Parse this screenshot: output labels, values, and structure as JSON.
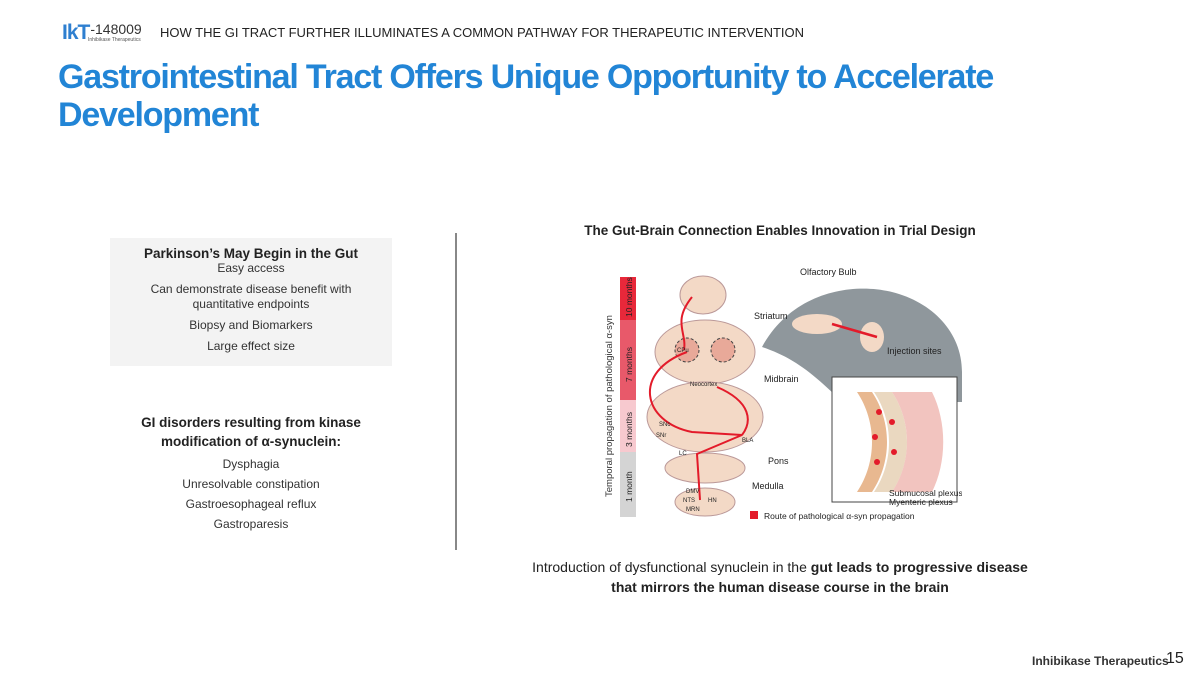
{
  "header": {
    "logo_main": "IkT",
    "logo_number": "-148009",
    "logo_sub": "Inhibikase Therapeutics",
    "kicker": "HOW THE GI TRACT FURTHER ILLUMINATES A COMMON PATHWAY FOR THERAPEUTIC INTERVENTION"
  },
  "title": "Gastrointestinal Tract Offers Unique Opportunity to Accelerate Development",
  "box1": {
    "heading": "Parkinson’s May Begin in the Gut",
    "items": [
      "Easy access",
      "Can demonstrate disease benefit with quantitative endpoints",
      "Biopsy and Biomarkers",
      "Large effect size"
    ]
  },
  "box2": {
    "heading": "GI disorders resulting from kinase modification of α-synuclein:",
    "items": [
      "Dysphagia",
      "Unresolvable constipation",
      "Gastroesophageal reflux",
      "Gastroparesis"
    ]
  },
  "figure": {
    "title": "The Gut-Brain Connection Enables Innovation in Trial Design",
    "axis_label": "Temporal propagation of pathological α-syn",
    "timeline": [
      "10 months",
      "7 months",
      "3 months",
      "1 month"
    ],
    "regions": [
      "Olfactory Bulb",
      "Striatum",
      "Midbrain",
      "Pons",
      "Medulla"
    ],
    "small_labels": [
      "CPu",
      "Neocortex",
      "SNc",
      "SNr",
      "BLA",
      "LC",
      "DMV",
      "NTS",
      "HN",
      "MRN"
    ],
    "annotations": [
      "Injection sites",
      "Submucosal plexus",
      "Myenteric plexus"
    ],
    "legend": "Route of pathological α-syn propagation"
  },
  "caption": {
    "plain": "Introduction of dysfunctional synuclein in the ",
    "bold1": "gut leads to progressive disease",
    "bold2": "that mirrors the human disease course in the brain"
  },
  "footer": {
    "company": "Inhibikase Therapeutics",
    "page": "15"
  }
}
